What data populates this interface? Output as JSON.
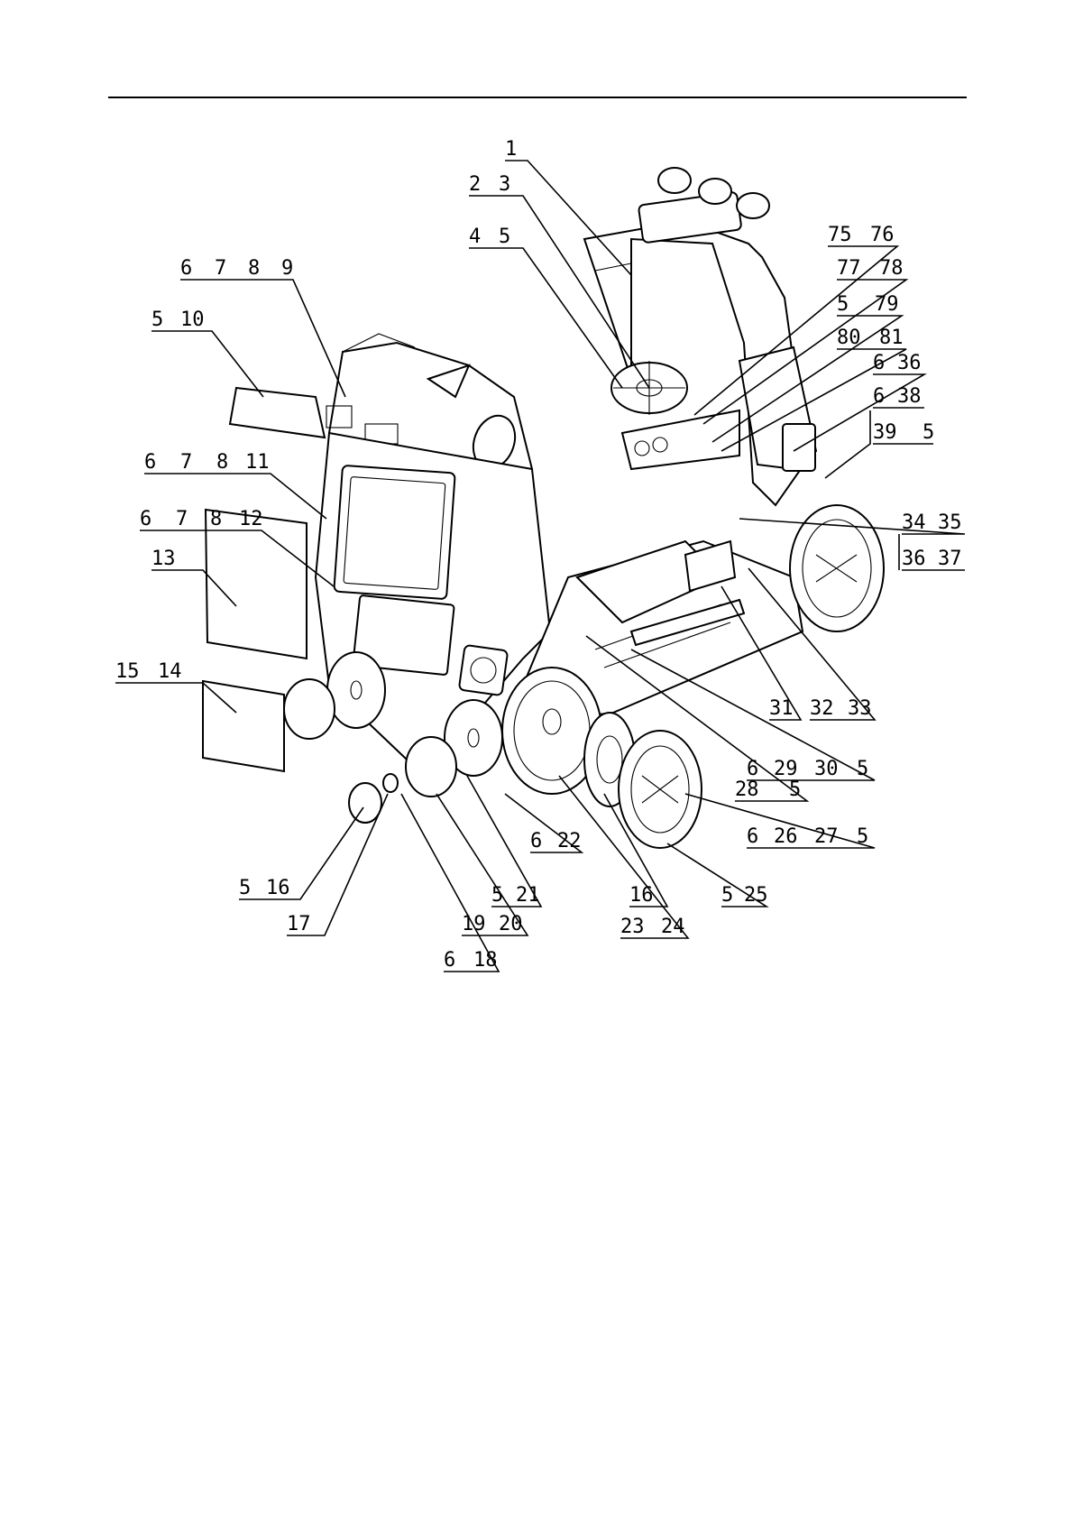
{
  "callouts": [
    [
      "1"
    ],
    [
      "2",
      "3"
    ],
    [
      "4",
      "5"
    ],
    [
      "6",
      "7",
      "8",
      "9"
    ],
    [
      "5",
      "10"
    ],
    [
      "6",
      "7",
      "8",
      "11"
    ],
    [
      "6",
      "7",
      "8",
      "12"
    ],
    [
      "13"
    ],
    [
      "15",
      "14"
    ],
    [
      "5",
      "16"
    ],
    [
      "17"
    ],
    [
      "6",
      "18"
    ],
    [
      "19",
      "20"
    ],
    [
      "5",
      "21"
    ],
    [
      "6",
      "22"
    ],
    [
      "23",
      "24"
    ],
    [
      "16"
    ],
    [
      "5",
      "25"
    ],
    [
      "6",
      "26",
      "27",
      "5"
    ],
    [
      "28",
      "5"
    ],
    [
      "6",
      "29",
      "30",
      "5"
    ],
    [
      "31"
    ],
    [
      "32",
      "33"
    ],
    [
      "34",
      "35"
    ],
    [
      "36",
      "37"
    ],
    [
      "39",
      "5"
    ],
    [
      "6",
      "38"
    ],
    [
      "6",
      "36"
    ],
    [
      "80",
      "81"
    ],
    [
      "5",
      "79"
    ],
    [
      "77",
      "78"
    ],
    [
      "75",
      "76"
    ]
  ]
}
